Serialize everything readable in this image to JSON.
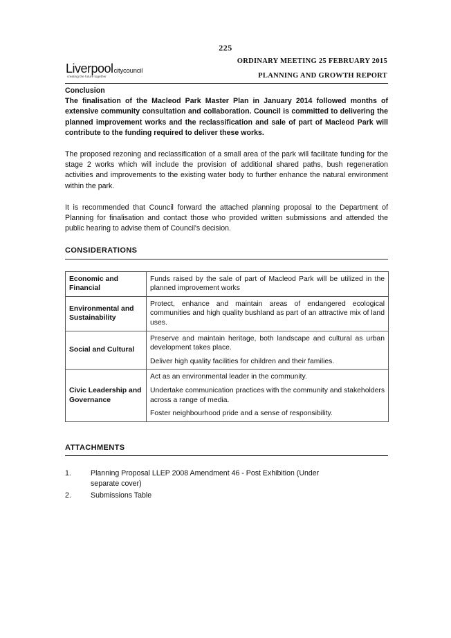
{
  "page_number": "225",
  "logo": {
    "word": "Liverpool",
    "sub": "citycouncil",
    "tagline": "creating the future together"
  },
  "header": {
    "meeting": "ORDINARY MEETING 25 FEBRUARY 2015",
    "report": "PLANNING AND GROWTH REPORT"
  },
  "conclusion": {
    "heading": "Conclusion",
    "paragraphs": [
      "The finalisation of the Macleod Park Master Plan in January 2014 followed months of extensive community consultation and collaboration. Council is committed to delivering the planned improvement works and the reclassification and sale of part of Macleod Park will contribute to the funding required to deliver these works.",
      "The proposed rezoning and reclassification of a small area of the park will facilitate funding for the stage 2 works which will include the provision of additional shared paths, bush regeneration activities and improvements to the existing water body to further enhance the natural environment within the park.",
      "It is recommended that Council forward the attached planning proposal to the Department of Planning for finalisation and contact those who provided written submissions and attended the public hearing to advise them of Council's decision."
    ]
  },
  "considerations": {
    "title": "CONSIDERATIONS",
    "rows": [
      {
        "label": "Economic and Financial",
        "items": [
          "Funds raised by the sale of part of Macleod Park will be utilized in the planned improvement works"
        ]
      },
      {
        "label": "Environmental and Sustainability",
        "items": [
          "Protect, enhance and maintain areas of endangered ecological communities and high quality bushland as part of an attractive mix of land uses."
        ]
      },
      {
        "label": "Social and Cultural",
        "items": [
          "Preserve and maintain heritage, both landscape and cultural as urban development takes place.",
          "Deliver high quality facilities for children and their families."
        ]
      },
      {
        "label": "Civic Leadership and Governance",
        "items": [
          "Act as an environmental leader in the community.",
          "Undertake communication practices with the community and stakeholders across a range of media.",
          "Foster neighbourhood pride and a sense of responsibility."
        ]
      }
    ]
  },
  "attachments": {
    "title": "ATTACHMENTS",
    "items": [
      {
        "num": "1.",
        "text": "Planning Proposal LLEP 2008 Amendment 46 - Post Exhibition (Under separate cover)"
      },
      {
        "num": "2.",
        "text": "Submissions Table"
      }
    ]
  }
}
